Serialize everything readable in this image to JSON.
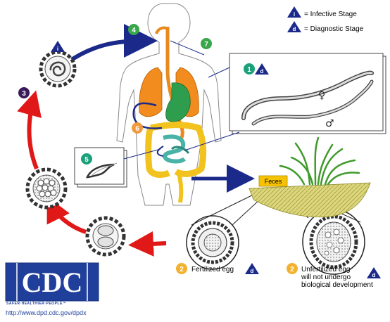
{
  "legend": {
    "infective": {
      "symbol": "i",
      "label": "= Infective Stage"
    },
    "diagnostic": {
      "symbol": "d",
      "label": "= Diagnostic Stage"
    }
  },
  "steps": [
    "1",
    "2",
    "3",
    "4",
    "5",
    "6",
    "7"
  ],
  "stage_labels": {
    "feces": "Feces",
    "fertilized": "Fertilized egg",
    "unfertilized_line1": "Unfertilized egg",
    "unfertilized_line2": "will not undergo",
    "unfertilized_line3": "biological development"
  },
  "adult_symbols": {
    "female": "♀",
    "male": "♂"
  },
  "cdc": {
    "logo_text": "CDC",
    "tagline": "SAFER·HEALTHIER·PEOPLE™",
    "url": "http://www.dpd.cdc.gov/dpdx"
  },
  "colors": {
    "navy": "#1b2a8a",
    "red_arrow": "#e01818",
    "step_green": "#3aa64a",
    "step_teal": "#1aa17a",
    "step_orange": "#f29a3a",
    "step_purple": "#3b1a5a",
    "lung": "#f28c1e",
    "intestine": "#f2c21e",
    "stomach": "#2e9e4e",
    "gut_teal": "#49b3a8",
    "feces_box": "#f7c300",
    "soil": "#d8d27a"
  }
}
